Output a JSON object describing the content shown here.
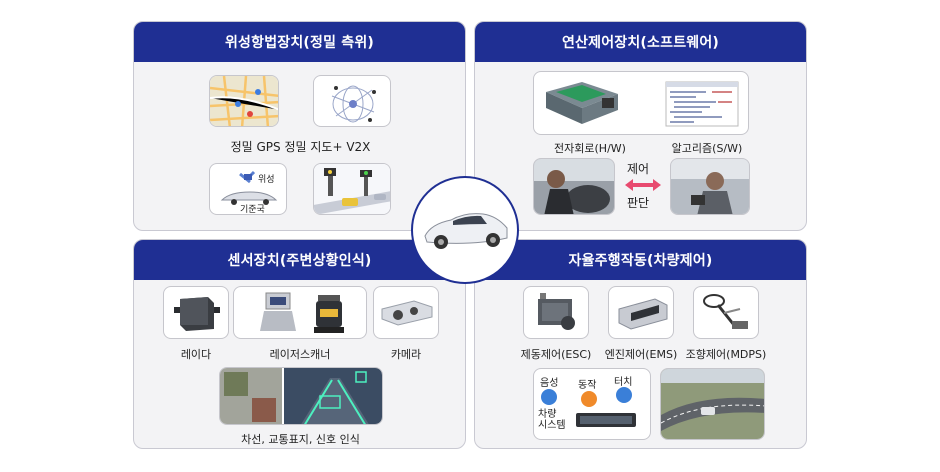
{
  "panels": {
    "satellite_nav": {
      "title": "위성항법장치(정밀 측위)",
      "caption": "정밀 GPS 정밀 지도+ V2X",
      "satellite_label": "위성",
      "base_station_label": "기준국"
    },
    "computing_control": {
      "title": "연산제어장치(소프트웨어)",
      "hw_label": "전자회로(H/W)",
      "sw_label": "알고리즘(S/W)",
      "control_label": "제어",
      "judge_label": "판단"
    },
    "sensors": {
      "title": "센서장치(주변상황인식)",
      "radar_label": "레이다",
      "lidar_label": "레이저스캐너",
      "camera_label": "카메라",
      "recognition_label": "차선, 교통표지, 신호 인식"
    },
    "autonomous_actuation": {
      "title": "자율주행작동(차량제어)",
      "brake_label": "제동제어(ESC)",
      "engine_label": "엔진제어(EMS)",
      "steering_label": "조향제어(MDPS)",
      "voice_label": "음성",
      "motion_label": "동작",
      "touch_label": "터치",
      "vehicle_system_label": "차량\n시스템"
    }
  },
  "colors": {
    "header": "#1f2f93",
    "panel_bg": "#f3f3f5",
    "arrow": "#e84a6f"
  },
  "icons": [
    "map-icon",
    "satellite-orbit-icon",
    "car-satellite-icon",
    "traffic-light-icon",
    "circuit-board-icon",
    "code-screen-icon",
    "driver-photo",
    "radar-icon",
    "lidar-icon",
    "camera-icon",
    "road-recognition-icon",
    "brake-unit-icon",
    "ecu-icon",
    "steering-icon",
    "hmi-icon",
    "road-photo",
    "sedan-icon"
  ]
}
